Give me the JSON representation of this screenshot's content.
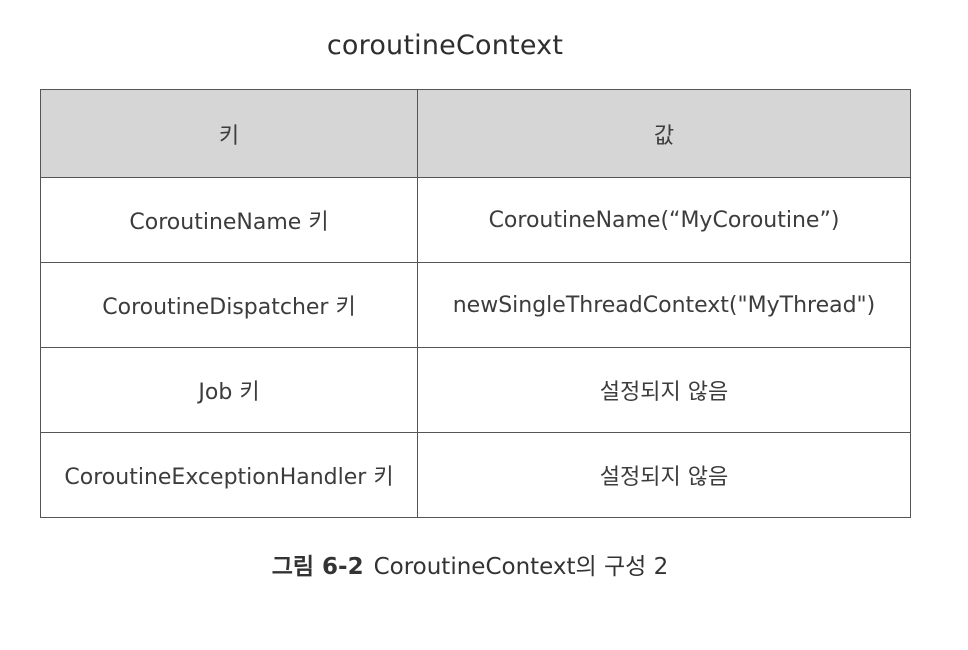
{
  "title": "coroutineContext",
  "table": {
    "headers": {
      "key": "키",
      "value": "값"
    },
    "rows": [
      {
        "key": "CoroutineName 키",
        "value": "CoroutineName(“MyCoroutine”)"
      },
      {
        "key": "CoroutineDispatcher 키",
        "value": "newSingleThreadContext(\"MyThread\")"
      },
      {
        "key": "Job 키",
        "value": "설정되지 않음"
      },
      {
        "key": "CoroutineExceptionHandler 키",
        "value": "설정되지 않음"
      }
    ]
  },
  "caption": {
    "label": "그림 6-2",
    "text": "CoroutineContext의 구성 2"
  }
}
